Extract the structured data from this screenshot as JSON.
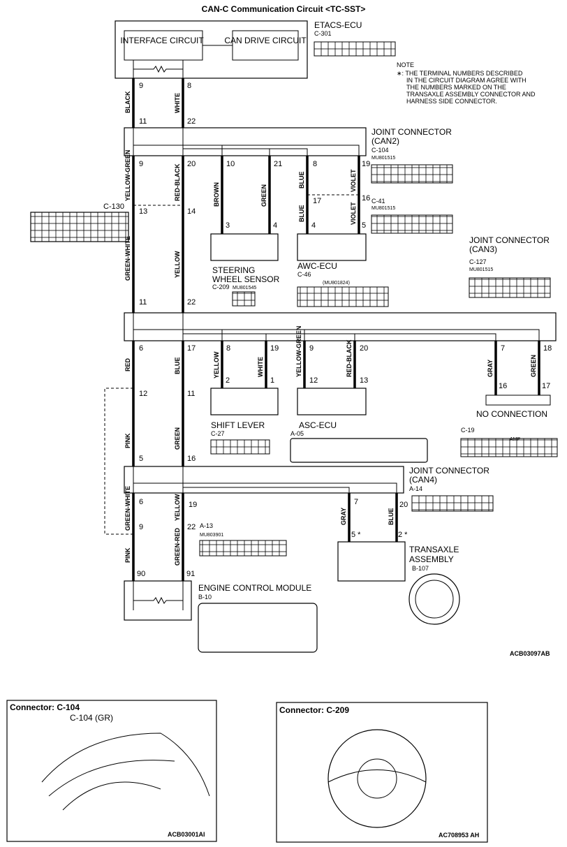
{
  "title": "CAN-C Communication Circuit <TC-SST>",
  "etacs": {
    "name": "ETACS-ECU",
    "connector": "C-301",
    "box_left": "INTERFACE CIRCUIT",
    "box_right": "CAN DRIVE CIRCUIT"
  },
  "note": {
    "heading": "NOTE",
    "lines": [
      "∗: THE TERMINAL NUMBERS DESCRIBED",
      "IN THE CIRCUIT DIAGRAM AGREE WITH",
      "THE NUMBERS MARKED ON THE",
      "TRANSAXLE ASSEMBLY CONNECTOR AND",
      "HARNESS SIDE CONNECTOR."
    ]
  },
  "joint_can2": {
    "line1": "JOINT CONNECTOR",
    "line2": "(CAN2)",
    "connector": "C-104",
    "part": "MU801515"
  },
  "joint_can3": {
    "line1": "JOINT CONNECTOR",
    "line2": "(CAN3)",
    "connector": "C-127",
    "part": "MU801515"
  },
  "joint_can4": {
    "line1": "JOINT CONNECTOR",
    "line2": "(CAN4)",
    "connector": "A-14"
  },
  "c130": "C-130",
  "c41": {
    "connector": "C-41",
    "part": "MU801515"
  },
  "steering": {
    "line1": "STEERING",
    "line2": "WHEEL SENSOR",
    "connector": "C-209",
    "part": "MU801545"
  },
  "awc": {
    "name": "AWC-ECU",
    "connector": "C-46",
    "part": "(MU801824)"
  },
  "shift": {
    "name": "SHIFT LEVER",
    "connector": "C-27"
  },
  "asc": {
    "name": "ASC-ECU",
    "connector": "A-05"
  },
  "no_connection": "NO CONNECTION",
  "c19": {
    "connector": "C-19",
    "tag": "AMP"
  },
  "a13": {
    "connector": "A-13",
    "part": "MU803901"
  },
  "engine": {
    "name": "ENGINE CONTROL MODULE",
    "connector": "B-10"
  },
  "transaxle": {
    "line1": "TRANSAXLE",
    "line2": "ASSEMBLY",
    "connector": "B-107"
  },
  "diagram_code": "ACB03097AB",
  "wires": {
    "black": "BLACK",
    "white": "WHITE",
    "yellow_green": "YELLOW-GREEN",
    "red_black": "RED-BLACK",
    "brown": "BROWN",
    "green": "GREEN",
    "blue": "BLUE",
    "violet": "VIOLET",
    "green_white": "GREEN-WHITE",
    "yellow": "YELLOW",
    "red": "RED",
    "gray": "GRAY",
    "pink": "PINK",
    "green_red": "GREEN-RED"
  },
  "pins": {
    "e9": "9",
    "e8": "8",
    "j11": "11",
    "j22": "22",
    "j9": "9",
    "j20": "20",
    "j10": "10",
    "j21": "21",
    "j8": "8",
    "j19": "19",
    "c13": "13",
    "c14": "14",
    "s3": "3",
    "s4": "4",
    "a17": "17",
    "a16": "16",
    "a4": "4",
    "a5": "5",
    "k11": "11",
    "k22": "22",
    "k6": "6",
    "k17": "17",
    "k8": "8",
    "k19": "19",
    "k9": "9",
    "k20": "20",
    "k7": "7",
    "k18": "18",
    "sl2": "2",
    "sl1": "1",
    "as12": "12",
    "as13": "13",
    "n16": "16",
    "n17": "17",
    "m12": "12",
    "m11": "11",
    "m5": "5",
    "m16": "16",
    "q6": "6",
    "q19": "19",
    "q7": "7",
    "q20": "20",
    "q9": "9",
    "q22": "22",
    "t5": "5 *",
    "t2": "2 *",
    "g90": "90",
    "g91": "91"
  },
  "panel_left": {
    "title": "Connector: C-104",
    "callout": "C-104 (GR)",
    "code": "ACB03001AI"
  },
  "panel_right": {
    "title": "Connector: C-209",
    "code": "AC708953 AH"
  }
}
